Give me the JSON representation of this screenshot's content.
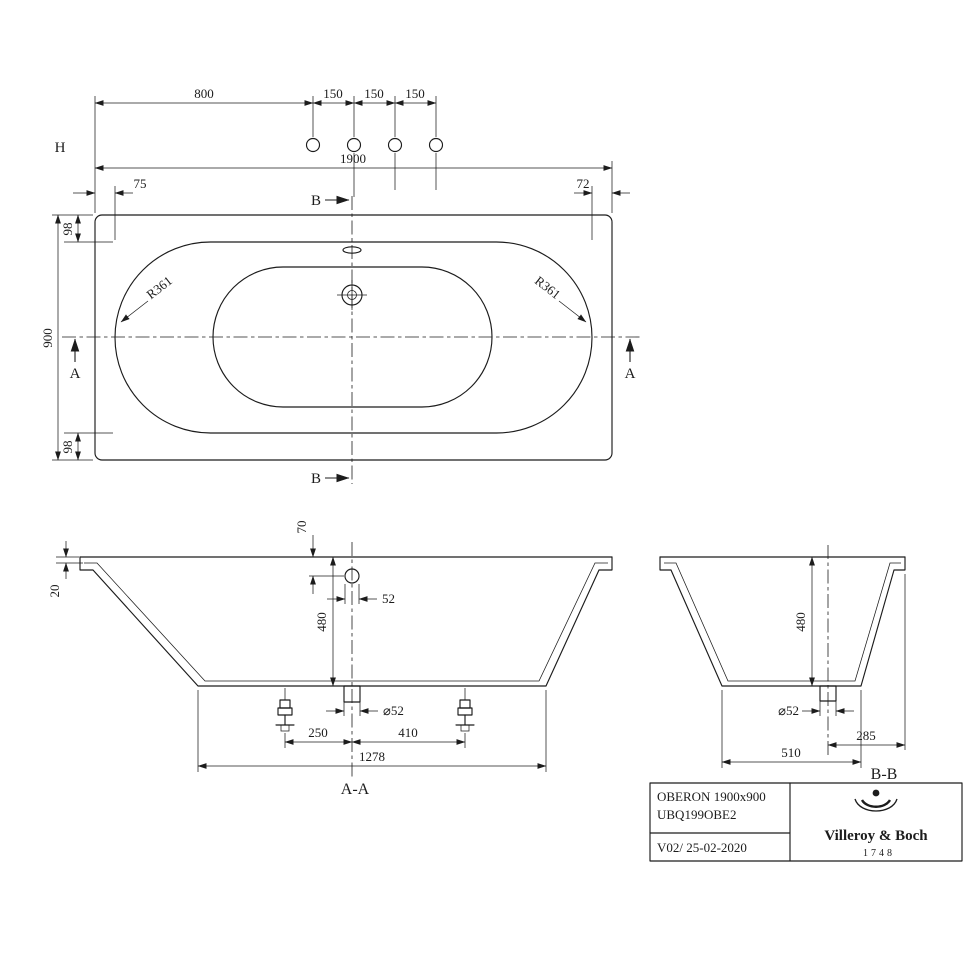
{
  "plan_view": {
    "label_h": "H",
    "dims": {
      "d800": "800",
      "d150a": "150",
      "d150b": "150",
      "d150c": "150",
      "d1900": "1900",
      "d75": "75",
      "d72": "72",
      "d98_top": "98",
      "d900": "900",
      "d98_bottom": "98",
      "r361_left": "R361",
      "r361_right": "R361"
    },
    "section_marks": {
      "b_top": "B",
      "b_bottom": "B",
      "a_left": "A",
      "a_right": "A"
    }
  },
  "section_aa": {
    "label": "A-A",
    "dims": {
      "d70": "70",
      "d20": "20",
      "d52": "52",
      "d480": "480",
      "phi52": "⌀52",
      "d250": "250",
      "d410": "410",
      "d1278": "1278"
    }
  },
  "section_bb": {
    "label": "B-B",
    "dims": {
      "d480": "480",
      "phi52": "⌀52",
      "d285": "285",
      "d510": "510"
    }
  },
  "title_block": {
    "product": "OBERON 1900x900",
    "article": "UBQ199OBE2",
    "version": "V02/ 25-02-2020",
    "brand": "Villeroy & Boch",
    "year": "1748"
  }
}
